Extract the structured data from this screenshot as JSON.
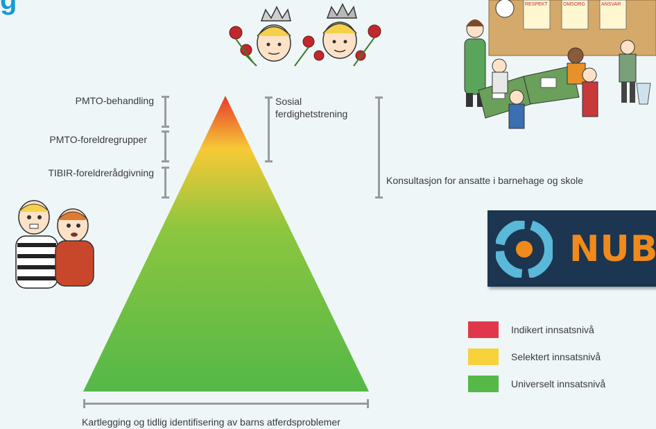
{
  "pyramid": {
    "levels": [
      {
        "name": "PMTO-behandling"
      },
      {
        "name": "PMTO-foreldregrupper"
      },
      {
        "name": "TIBIR-foreldrerådgivning"
      }
    ],
    "right_labels": {
      "social_skills": [
        "Sosial",
        "ferdighetstrening"
      ],
      "consultation": "Konsultasjon for ansatte i barnehage og skole"
    },
    "bottom_label": "Kartlegging og tidlig identifisering av barns atferdsproblemer",
    "gradient_colors": [
      "#e63a2b",
      "#f7c936",
      "#8cc63f",
      "#54b848"
    ]
  },
  "legend": [
    {
      "label": "Indikert innsatsnivå",
      "color": "#e0384a"
    },
    {
      "label": "Selektert innsatsnivå",
      "color": "#f7d23a"
    },
    {
      "label": "Universelt innsatsnivå",
      "color": "#56b847"
    }
  ],
  "logo": {
    "text": "NUBU",
    "colors": {
      "bg": "#1c3550",
      "accent": "#f08a1c",
      "ring": "#5ab8d9"
    }
  },
  "illustrations": {
    "top": "two-crowned-children-with-roses",
    "left": "two-children-hugging",
    "top_right": "classroom-scene"
  },
  "classroom_signs": [
    "RESPEKT",
    "OMSORG",
    "ANSVAR"
  ]
}
